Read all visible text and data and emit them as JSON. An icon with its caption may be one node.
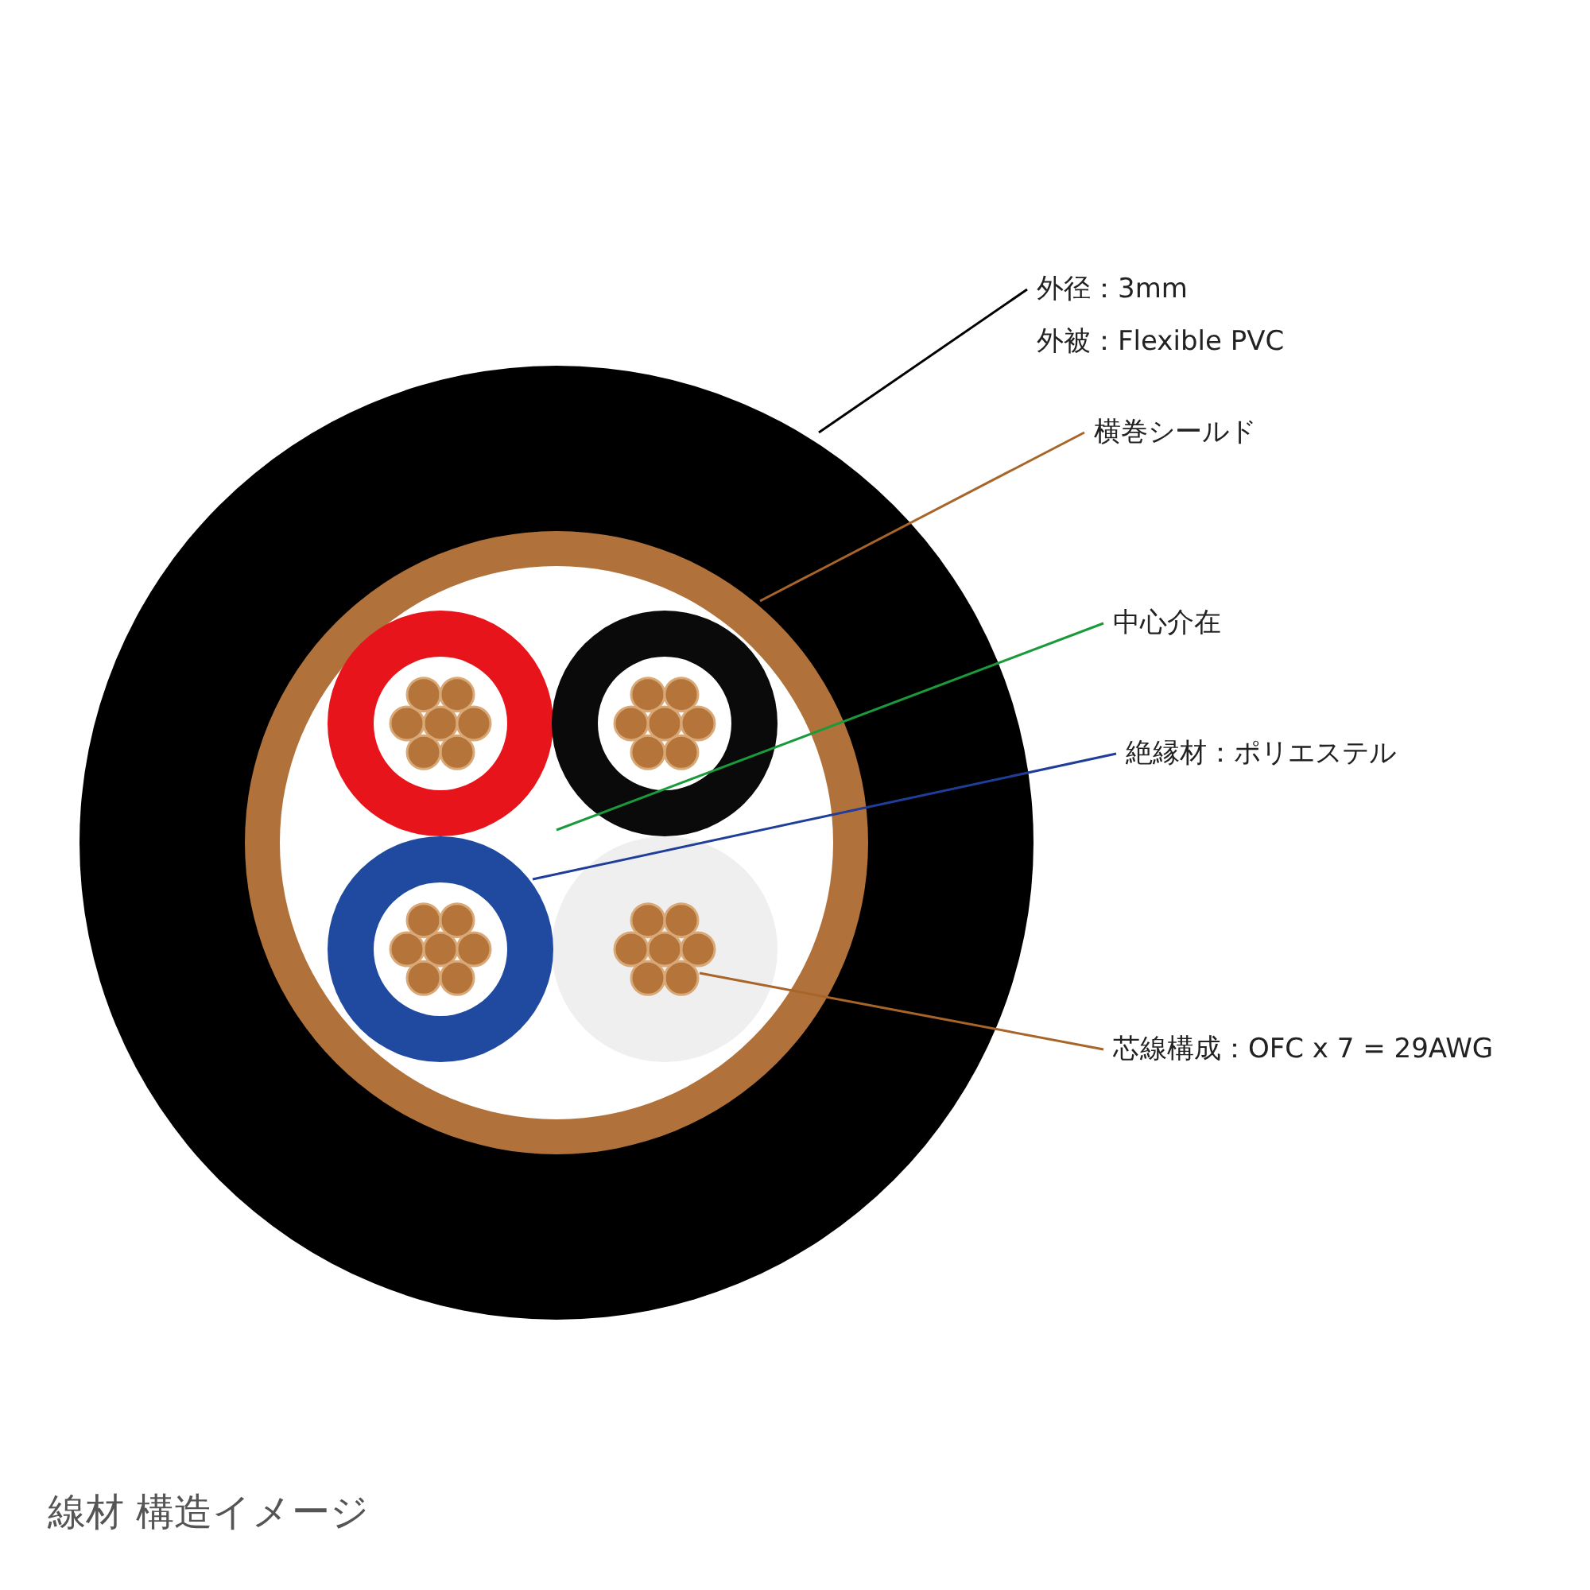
{
  "diagram": {
    "caption": "線材 構造イメージ",
    "nodes": [
      {
        "text": [
          "外径：3mm",
          "外被：Flexible PVC"
        ]
      },
      {
        "text": [
          "横巻シールド"
        ]
      },
      {
        "text": [
          "中心介在"
        ]
      },
      {
        "text": [
          "絶縁材：ポリエステル"
        ]
      },
      {
        "text": [
          "芯線構成：OFC x 7 = 29AWG"
        ]
      },
      {
        "text": [],
        "shape": "circle"
      },
      {
        "text": [],
        "shape": "circle",
        "in": 5
      },
      {
        "text": [],
        "shape": "circle",
        "in": 6
      },
      {
        "text": [],
        "shape": "circle",
        "in": 7
      },
      {
        "text": [],
        "shape": "circle",
        "in": 7
      }
    ],
    "edges": [
      {
        "from": 0,
        "to": 5,
        "arrow": "none",
        "color": "#000000"
      },
      {
        "from": 1,
        "to": 6,
        "arrow": "none",
        "color": "#a8652a"
      },
      {
        "from": 2,
        "to": 7,
        "arrow": "none",
        "color": "#1a9a3a"
      },
      {
        "from": 3,
        "to": 8,
        "arrow": "none",
        "color": "#1f3d99"
      },
      {
        "from": 4,
        "to": 9,
        "arrow": "none",
        "color": "#a8652a"
      }
    ]
  }
}
